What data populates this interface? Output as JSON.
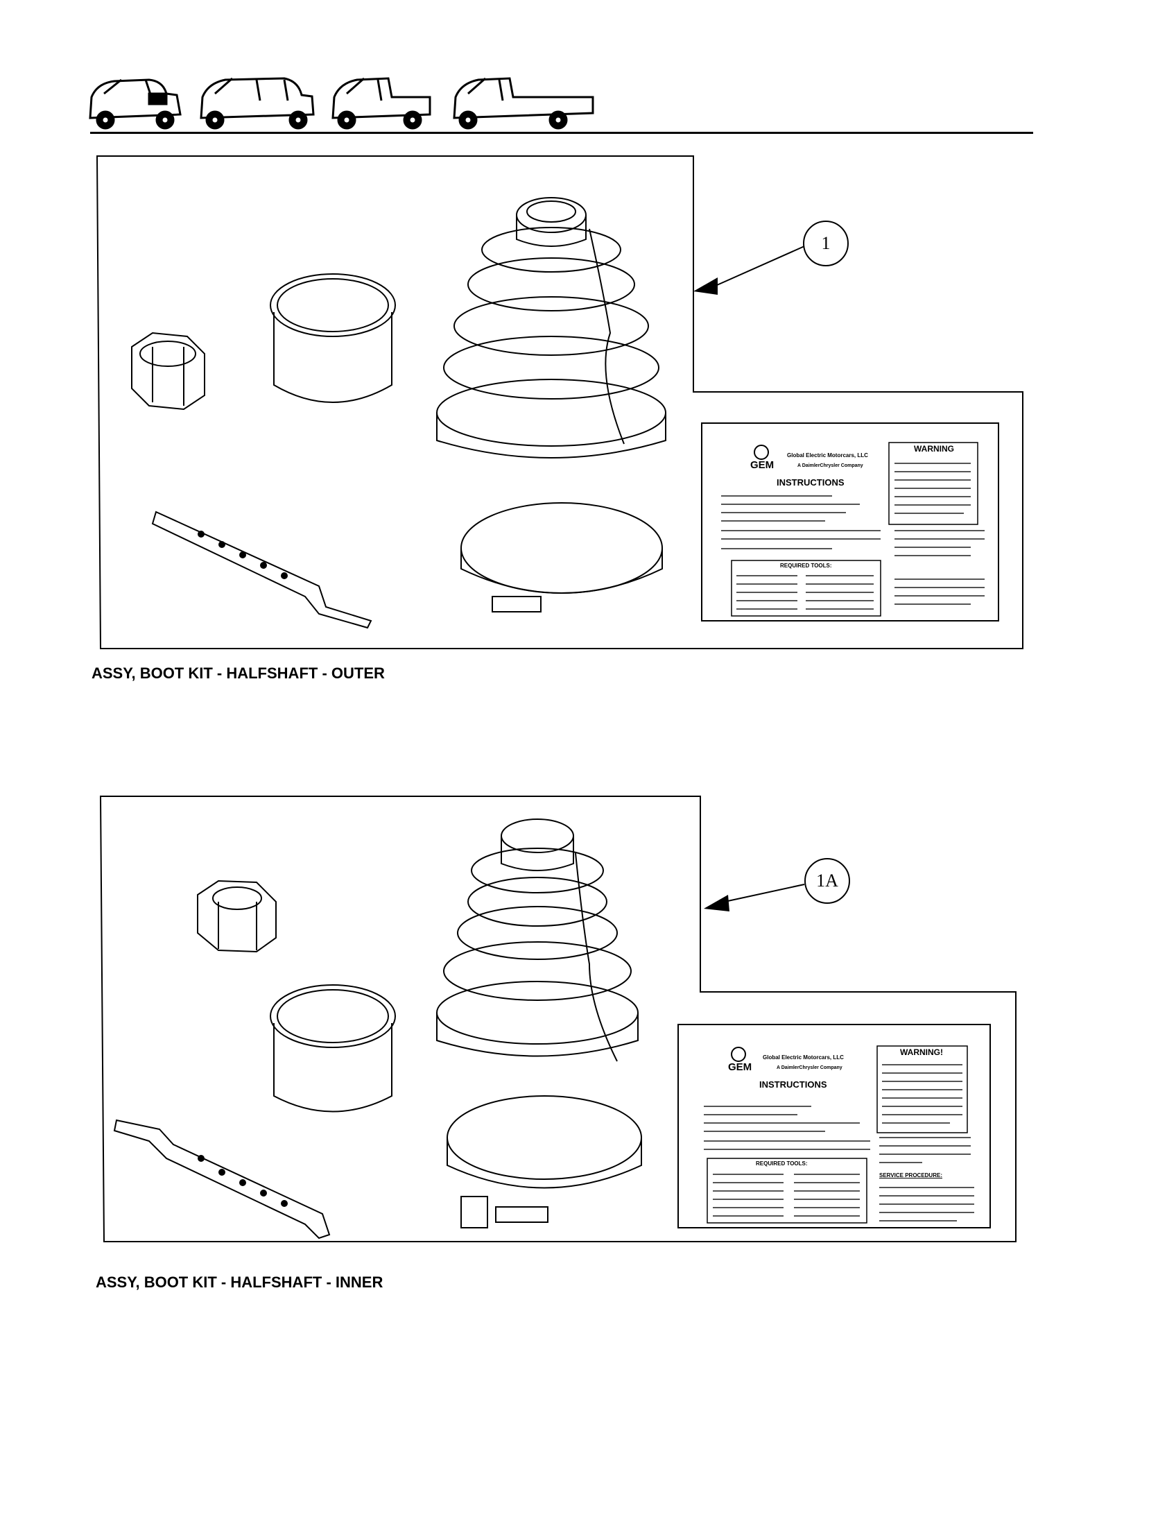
{
  "header": {
    "vehicle_icons": [
      "gem-two-seat-vehicle-icon",
      "gem-four-seat-vehicle-icon",
      "gem-short-bed-utility-vehicle-icon",
      "gem-long-bed-utility-vehicle-icon"
    ]
  },
  "figures": [
    {
      "callout": "1",
      "caption": "ASSY, BOOT KIT - HALFSHAFT - OUTER",
      "card": {
        "logo": "GEM",
        "company": "Global Electric Motorcars, LLC",
        "subsidiary": "A DaimlerChrysler Company",
        "title": "INSTRUCTIONS",
        "warning": "WARNING",
        "required_tools": "REQUIRED TOOLS:"
      }
    },
    {
      "callout": "1A",
      "caption": "ASSY, BOOT KIT - HALFSHAFT - INNER",
      "card": {
        "logo": "GEM",
        "company": "Global Electric Motorcars, LLC",
        "subsidiary": "A DaimlerChrysler Company",
        "title": "INSTRUCTIONS",
        "warning": "WARNING!",
        "required_tools": "REQUIRED TOOLS:",
        "service_procedure": "SERVICE PROCEDURE:"
      }
    }
  ]
}
